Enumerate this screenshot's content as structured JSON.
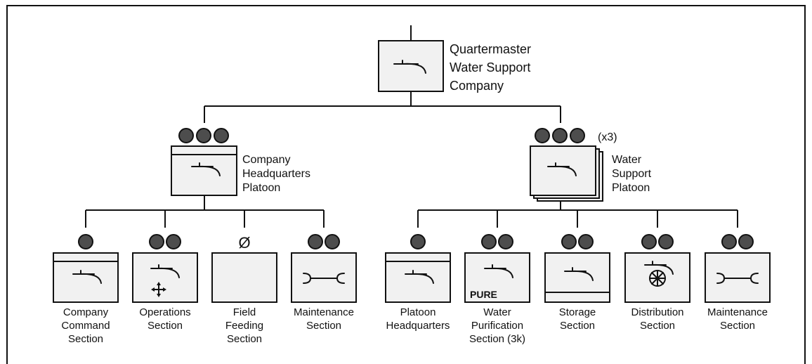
{
  "top_unit": {
    "lines": [
      "Quartermaster",
      "Water Support",
      "Company"
    ]
  },
  "hq_platoon": {
    "lines": [
      "Company",
      "Headquarters",
      "Platoon"
    ]
  },
  "water_platoon": {
    "multiplier": "(x3)",
    "lines": [
      "Water",
      "Support",
      "Platoon"
    ]
  },
  "hq_sections": [
    {
      "lines": [
        "Company",
        "Command",
        "Section"
      ]
    },
    {
      "lines": [
        "Operations",
        "Section"
      ]
    },
    {
      "size_symbol": "Ø",
      "lines": [
        "Field",
        "Feeding",
        "Section"
      ]
    },
    {
      "lines": [
        "Maintenance",
        "Section"
      ]
    }
  ],
  "water_sections": [
    {
      "lines": [
        "Platoon",
        "Headquarters"
      ]
    },
    {
      "modifier": "PURE",
      "lines": [
        "Water",
        "Purification",
        "Section (3k)"
      ]
    },
    {
      "lines": [
        "Storage",
        "Section"
      ]
    },
    {
      "lines": [
        "Distribution",
        "Section"
      ]
    },
    {
      "lines": [
        "Maintenance",
        "Section"
      ]
    }
  ],
  "colors": {
    "box_fill": "#f1f1f1",
    "line": "#111111",
    "dot_fill": "#4d4d4d"
  }
}
